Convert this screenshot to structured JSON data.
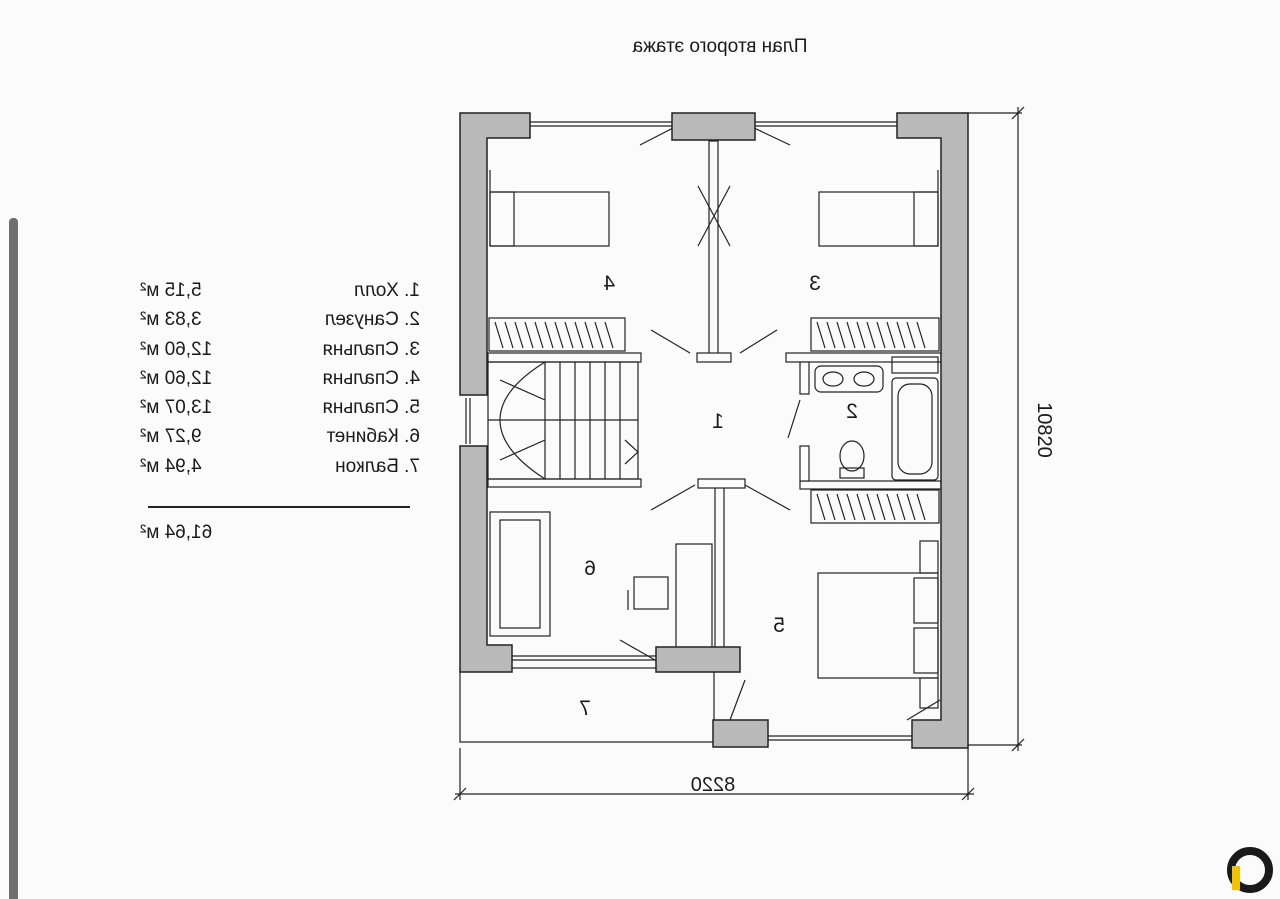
{
  "title": "План второго этажа",
  "rooms": [
    {
      "num": "1",
      "label": "1. Холл",
      "area": "5,15 м²"
    },
    {
      "num": "2",
      "label": "2. Санузел",
      "area": "3,83 м²"
    },
    {
      "num": "3",
      "label": "3. Спальня",
      "area": "12,60 м²"
    },
    {
      "num": "4",
      "label": "4. Спальня",
      "area": "12,60 м²"
    },
    {
      "num": "5",
      "label": "5. Спальня",
      "area": "13,07 м²"
    },
    {
      "num": "6",
      "label": "6. Кабинет",
      "area": "9,27 м²"
    },
    {
      "num": "7",
      "label": "7. Балкон",
      "area": "4,94 м²"
    }
  ],
  "total_area": "61,64 м²",
  "dimensions": {
    "width": "8220",
    "height": "10820"
  },
  "colors": {
    "wall": "#b9b9b9",
    "line": "#222222",
    "background": "#fbfbfb",
    "logo_ring": "#1a1a1a",
    "logo_accent": "#f3c300"
  }
}
